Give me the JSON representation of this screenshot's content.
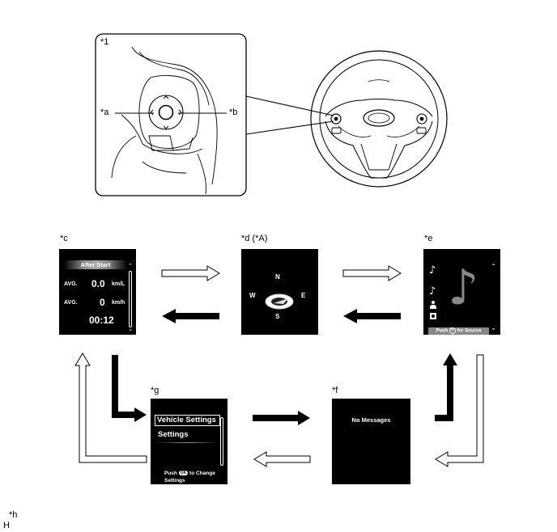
{
  "callouts": {
    "detail": "*1",
    "left_switch": "*a",
    "right_switch": "*b",
    "screen_trip": "*c",
    "screen_compass": "*d (*A)",
    "screen_audio": "*e",
    "screen_messages": "*f",
    "screen_settings": "*g",
    "footer": "*h",
    "footer_letter": "H"
  },
  "trip_screen": {
    "header": "After Start",
    "rows": [
      {
        "label": "AVG.",
        "value": "0.0",
        "unit": "km/L"
      },
      {
        "label": "AVG.",
        "value": "0",
        "unit": "km/h"
      }
    ],
    "time": "00:12"
  },
  "compass_screen": {
    "north": "N",
    "south": "S",
    "east": "E",
    "west": "W"
  },
  "audio_screen": {
    "source_bar_prefix": "Push",
    "source_bar_suffix": "for Source"
  },
  "messages_screen": {
    "text": "No Messages"
  },
  "settings_screen": {
    "items": [
      "Vehicle Settings",
      "Settings"
    ],
    "hint_push": "Push",
    "hint_ok": "OK",
    "hint_rest": "to Change",
    "hint_line2": "Settings"
  },
  "colors": {
    "screen_bg": "#000000",
    "screen_text": "#ffffff",
    "line": "#000000"
  }
}
